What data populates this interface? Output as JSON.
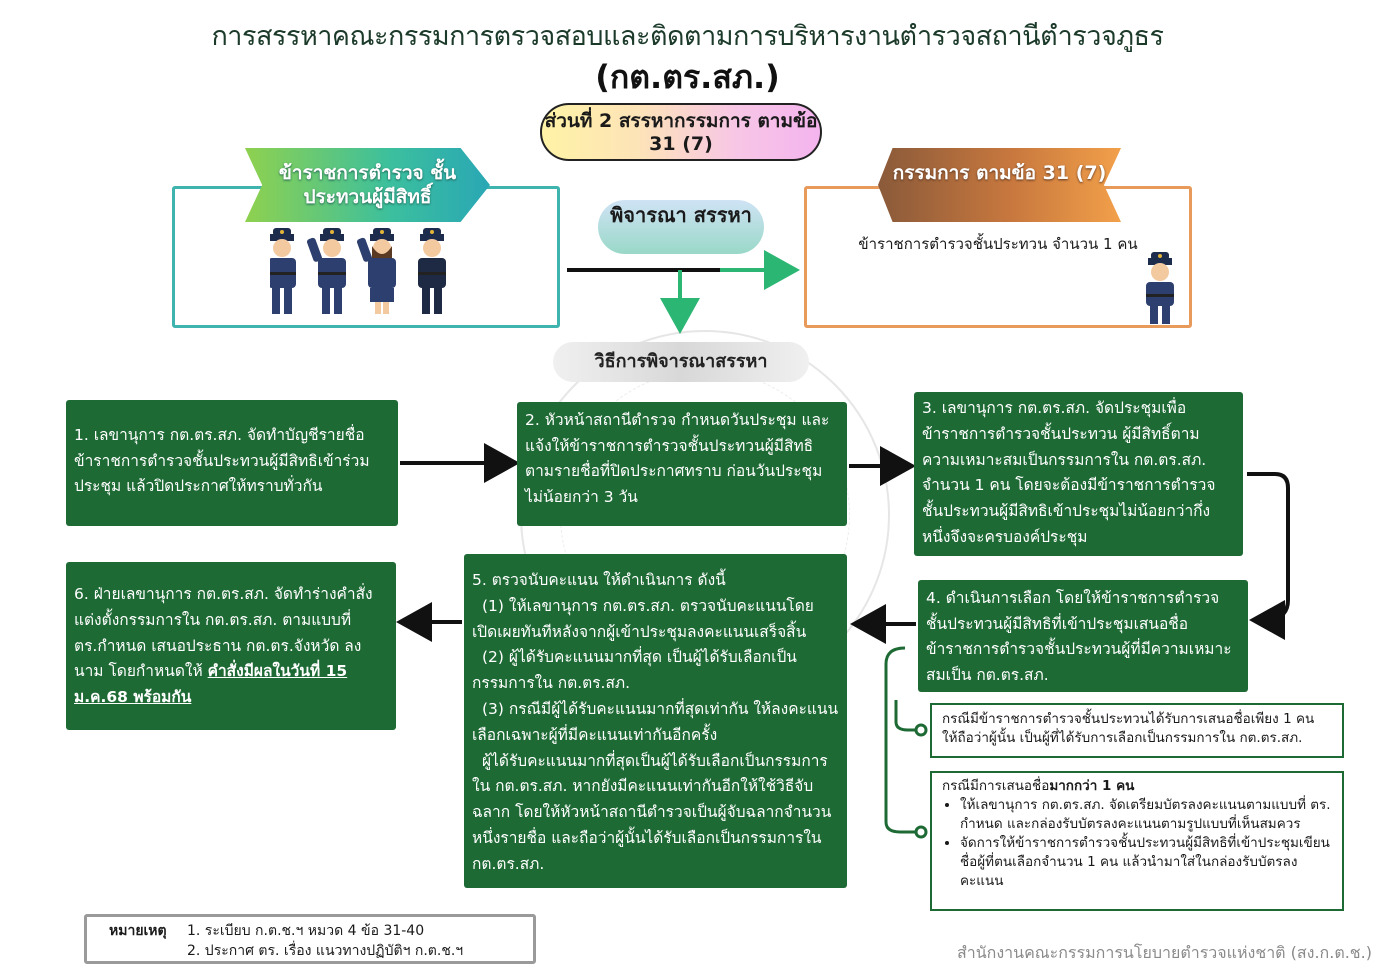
{
  "title": {
    "line1": "การสรรหาคณะกรรมการตรวจสอบและติดตามการบริหารงานตำรวจสถานีตำรวจภูธร",
    "line2": "(กต.ตร.สภ.)"
  },
  "part_badge": "ส่วนที่ 2 สรรหากรรมการ ตามข้อ 31 (7)",
  "left_panel": {
    "ribbon": "ข้าราชการตำรวจ ชั้นประทวนผู้มีสิทธิ์"
  },
  "right_panel": {
    "ribbon": "กรรมการ ตามข้อ 31 (7)",
    "description": "ข้าราชการตำรวจชั้นประทวน จำนวน 1 คน"
  },
  "consider_label": "พิจารณา สรรหา",
  "method_label": "วิธีการพิจารณาสรรหา",
  "steps": {
    "s1": "1. เลขานุการ กต.ตร.สภ. จัดทำบัญชีรายชื่อข้าราชการตำรวจชั้นประทวนผู้มีสิทธิเข้าร่วมประชุม แล้วปิดประกาศให้ทราบทั่วกัน",
    "s2": "2. หัวหน้าสถานีตำรวจ กำหนดวันประชุม และแจ้งให้ข้าราชการตำรวจชั้นประทวนผู้มีสิทธิตามรายชื่อที่ปิดประกาศทราบ ก่อนวันประชุมไม่น้อยกว่า 3 วัน",
    "s3": "3. เลขานุการ กต.ตร.สภ. จัดประชุมเพื่อข้าราชการตำรวจชั้นประทวน ผู้มีสิทธิ์ตามความเหมาะสมเป็นกรรมการใน กต.ตร.สภ. จำนวน 1 คน โดยจะต้องมีข้าราชการตำรวจชั้นประทวนผู้มีสิทธิเข้าประชุมไม่น้อยกว่ากึ่งหนึ่งจึงจะครบองค์ประชุม",
    "s4": "4. ดำเนินการเลือก โดยให้ข้าราชการตำรวจชั้นประทวนผู้มีสิทธิที่เข้าประชุมเสนอชื่อข้าราชการตำรวจชั้นประทวนผู้ที่มีความเหมาะสมเป็น กต.ตร.สภ.",
    "s5_intro": "5. ตรวจนับคะแนน ให้ดำเนินการ ดังนี้",
    "s5_1": "(1) ให้เลขานุการ กต.ตร.สภ. ตรวจนับคะแนนโดยเปิดเผยทันทีหลังจากผู้เข้าประชุมลงคะแนนเสร็จสิ้น",
    "s5_2": "(2) ผู้ได้รับคะแนนมากที่สุด เป็นผู้ได้รับเลือกเป็นกรรมการใน กต.ตร.สภ.",
    "s5_3": "(3) กรณีมีผู้ได้รับคะแนนมากที่สุดเท่ากัน ให้ลงคะแนนเลือกเฉพาะผู้ที่มีคะแนนเท่ากันอีกครั้ง",
    "s5_4": "ผู้ได้รับคะแนนมากที่สุดเป็นผู้ได้รับเลือกเป็นกรรมการใน กต.ตร.สภ. หากยังมีคะแนนเท่ากันอีกให้ใช้วิธีจับฉลาก โดยให้หัวหน้าสถานีตำรวจเป็นผู้จับฉลากจำนวนหนึ่งรายชื่อ และถือว่าผู้นั้นได้รับเลือกเป็นกรรมการใน กต.ตร.สภ.",
    "s6_main": "6. ฝ่ายเลขานุการ กต.ตร.สภ. จัดทำร่างคำสั่งแต่งตั้งกรรมการใน กต.ตร.สภ. ตามแบบที่ ตร.กำหนด เสนอประธาน กต.ตร.จังหวัด ลงนาม โดยกำหนดให้",
    "s6_emph": "คำสั่งมีผลในวันที่ 15 ม.ค.68 พร้อมกัน"
  },
  "notes": {
    "n1": "กรณีมีข้าราชการตำรวจชั้นประทวนได้รับการเสนอชื่อเพียง 1 คน ให้ถือว่าผู้นั้น เป็นผู้ที่ได้รับการเลือกเป็นกรรมการใน กต.ตร.สภ.",
    "n2_title_prefix": "กรณีมีการเสนอชื่อ",
    "n2_title_emph": "มากกว่า 1 คน",
    "n2_items": [
      "ให้เลขานุการ กต.ตร.สภ. จัดเตรียมบัตรลงคะแนนตามแบบที่ ตร. กำหนด และกล่องรับบัตรลงคะแนนตามรูปแบบที่เห็นสมควร",
      "จัดการให้ข้าราชการตำรวจชั้นประทวนผู้มีสิทธิที่เข้าประชุมเขียนชื่อผู้ที่ตนเลือกจำนวน 1 คน แล้วนำมาใส่ในกล่องรับบัตรลงคะแนน"
    ]
  },
  "remark": {
    "label": "หมายเหตุ",
    "l1": "1. ระเบียบ ก.ต.ช.ฯ หมวด 4 ข้อ 31-40",
    "l2": "2. ประกาศ ตร. เรื่อง แนวทางปฏิบัติฯ ก.ต.ช.ฯ"
  },
  "footer": "สำนักงานคณะกรรมการนโยบายตำรวจแห่งชาติ (สง.ก.ต.ช.)",
  "colors": {
    "green": "#1e6a35",
    "teal": "#3fb3ad",
    "orange": "#e89a5a",
    "arrow_green": "#2bb673"
  }
}
